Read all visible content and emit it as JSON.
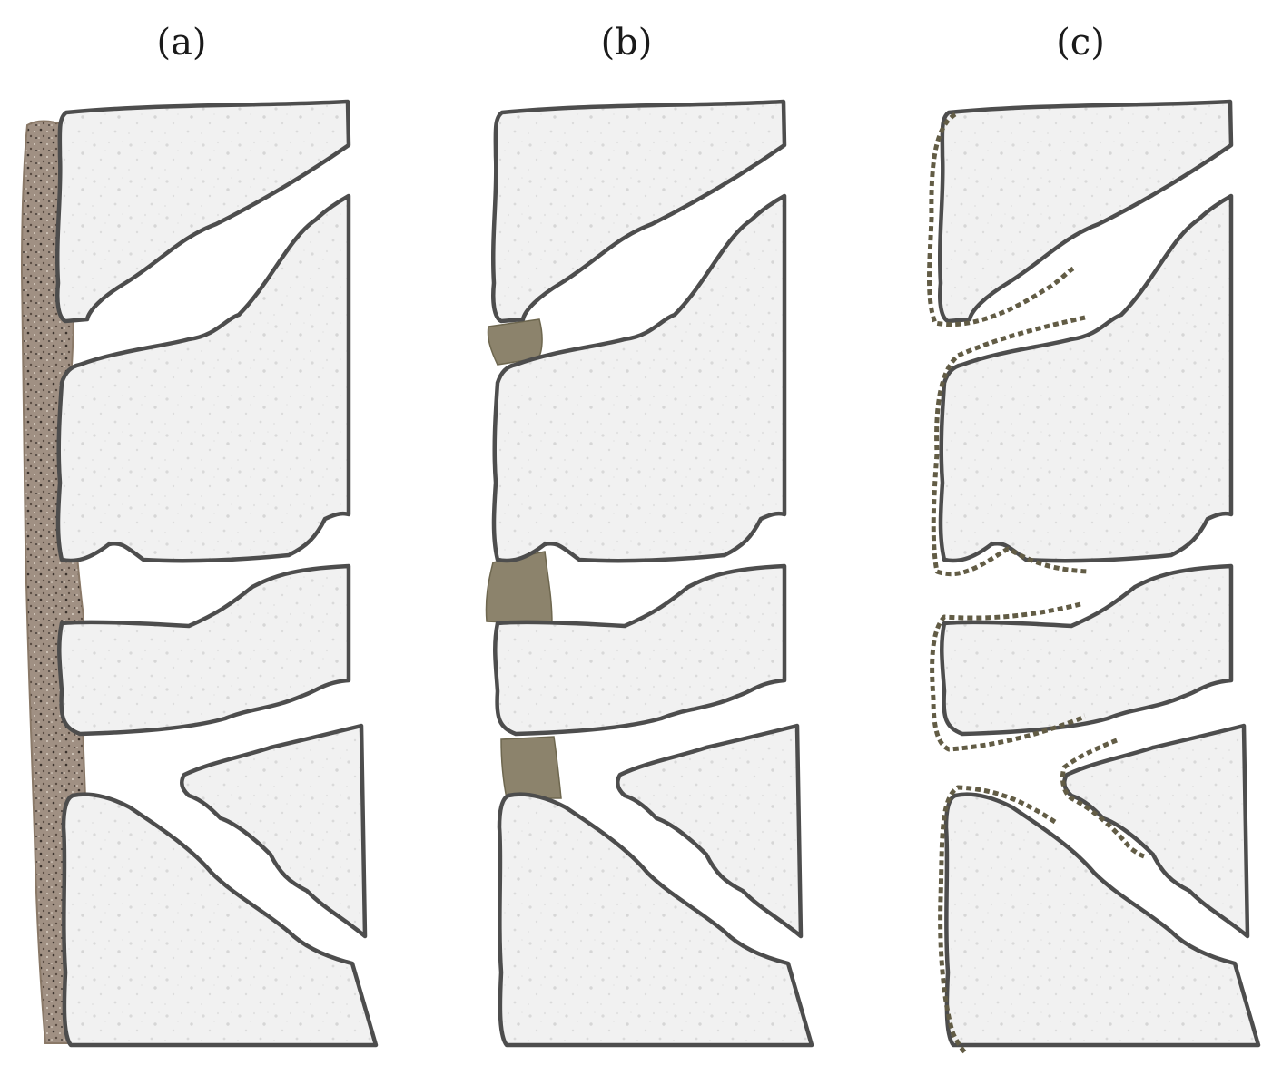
{
  "panels": [
    {
      "label": "(a)"
    },
    {
      "label": "(b)"
    },
    {
      "label": "(c)"
    }
  ],
  "colors": {
    "stone_fill": "#f0f0f0",
    "stone_outline": "#4d4d4d",
    "surface_coating": "#8a7968",
    "joint_filler": "#8c836c",
    "dotted_film": "#625c45"
  }
}
